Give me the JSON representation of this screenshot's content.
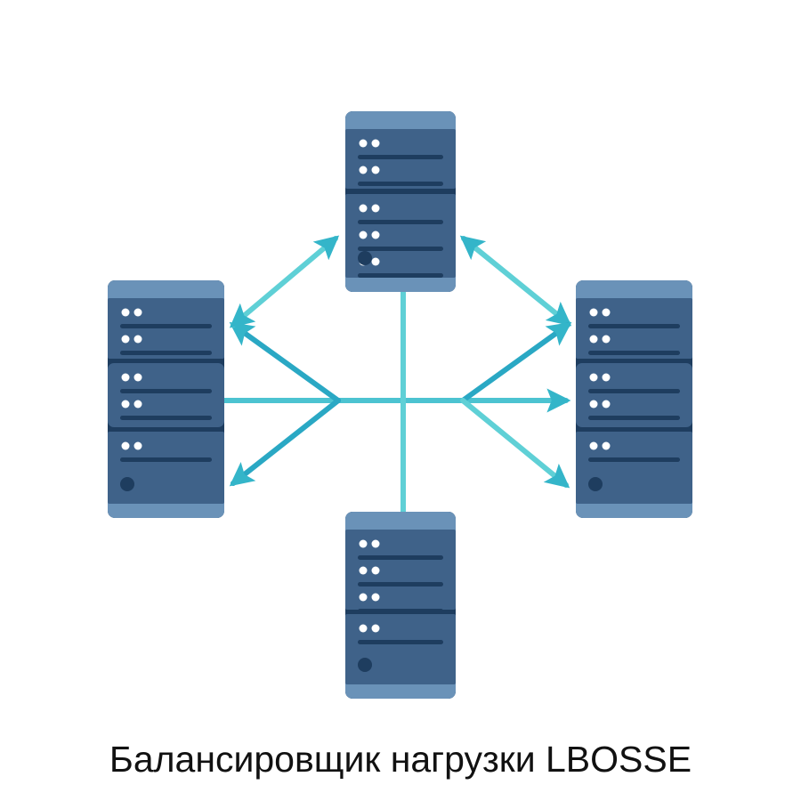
{
  "caption": "Балансировщик нагрузки LBOSSE",
  "colors": {
    "server": "#3f6289",
    "server_cap": "#6a92b8",
    "slot": "#1e3d5f",
    "arrow": "#34b5c9",
    "arrow_light": "#5fd0d6"
  },
  "servers": [
    {
      "name": "top-server",
      "units": [
        2,
        3
      ]
    },
    {
      "name": "left-server",
      "units": [
        2,
        2,
        1
      ]
    },
    {
      "name": "right-server",
      "units": [
        2,
        2,
        1
      ]
    },
    {
      "name": "bottom-server",
      "units": [
        3,
        1
      ]
    }
  ]
}
